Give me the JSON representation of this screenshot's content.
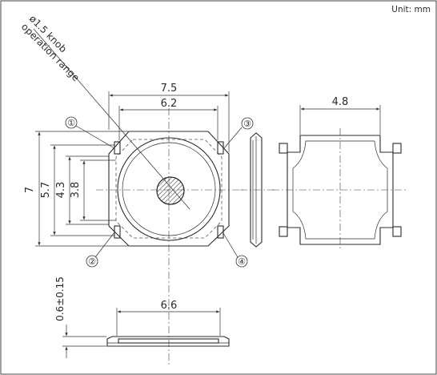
{
  "unit_label": "Unit: mm",
  "knob_note": {
    "line1": "ø1.5 knob",
    "line2": "operation range"
  },
  "dimensions": {
    "width_outer": "7.5",
    "width_inner": "6.2",
    "height_outer": "7",
    "height_57": "5.7",
    "height_43": "4.3",
    "height_38": "3.8",
    "side_width": "4.8",
    "thickness": "0.6±0.15",
    "bottom_width": "6.6"
  },
  "terminals": [
    "①",
    "②",
    "③",
    "④"
  ],
  "colors": {
    "line": "#2b2b2b",
    "background": "#ffffff"
  }
}
